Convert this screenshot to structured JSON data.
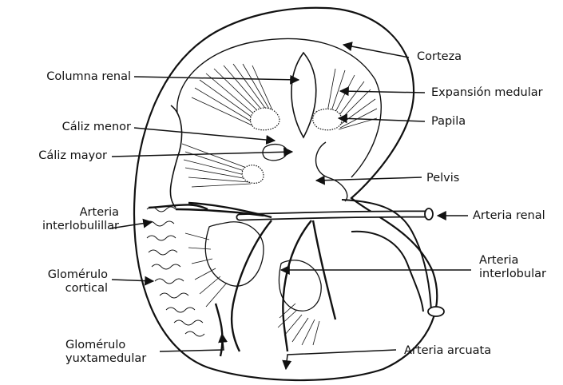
{
  "labels": {
    "corteza": "Corteza",
    "columna_renal": "Columna renal",
    "expansion_medular": "Expansión medular",
    "papila": "Papila",
    "caliz_menor": "Cáliz menor",
    "caliz_mayor": "Cáliz mayor",
    "pelvis": "Pelvis",
    "arteria_interlobulillar": [
      "Arteria",
      "interlobulillar"
    ],
    "arteria_renal": "Arteria renal",
    "glomerulo_cortical": [
      "Glomérulo",
      "cortical"
    ],
    "arteria_interlobular": [
      "Arteria",
      "interlobular"
    ],
    "glomerulo_yuxtamedular": [
      "Glomérulo",
      "yuxtamedular"
    ],
    "arteria_arcuata": "Arteria arcuata"
  }
}
